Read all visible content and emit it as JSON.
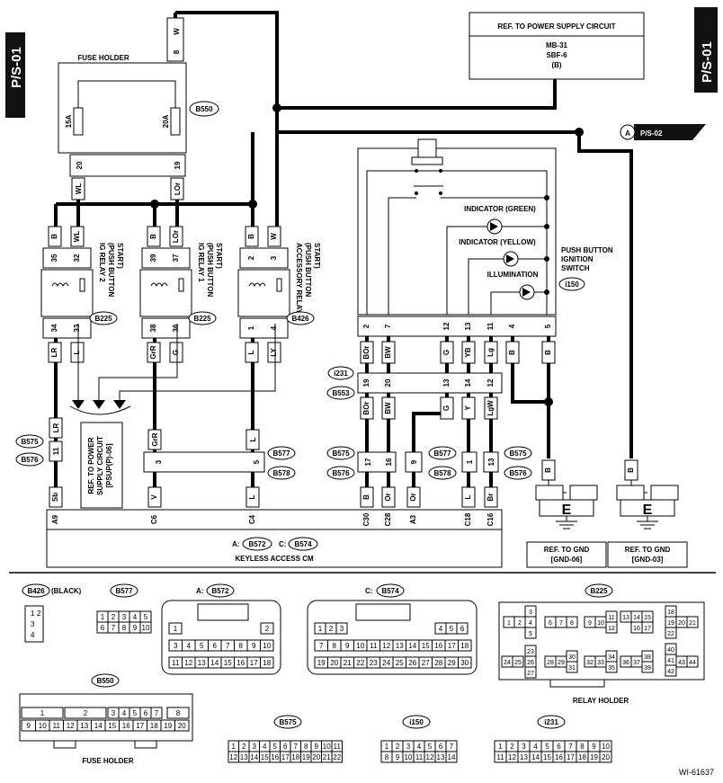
{
  "page": {
    "tag_left": "P/S-01",
    "tag_right": "P/S-01",
    "figure_id": "WI-61637"
  },
  "power_ref": {
    "title": "REF. TO POWER SUPPLY CIRCUIT",
    "lines": [
      "MB-31",
      "SBF-6",
      "(B)"
    ]
  },
  "offpage_ref": {
    "letter": "A",
    "label": "P/S-02"
  },
  "fuse_holder": {
    "title": "FUSE HOLDER",
    "connector": "B550",
    "fuses": [
      "15A",
      "20A"
    ],
    "pins": [
      "20",
      "19"
    ],
    "top_pin": "8",
    "top_wire": "W"
  },
  "relays": [
    {
      "name": "IG RELAY 2",
      "lines": [
        "IG RELAY 2",
        "(PUSH BUTTON",
        "START)"
      ],
      "connector": "B225",
      "top_pins": [
        "35",
        "32"
      ],
      "top_wires": [
        "B",
        "WL"
      ],
      "bot_pins": [
        "34",
        "33"
      ],
      "bot_wires": [
        "LR",
        "L"
      ]
    },
    {
      "name": "IG RELAY 1",
      "lines": [
        "IG RELAY 1",
        "(PUSH BUTTON",
        "START)"
      ],
      "connector": "B225",
      "top_pins": [
        "39",
        "37"
      ],
      "top_wires": [
        "B",
        "LOr"
      ],
      "bot_pins": [
        "38",
        "36"
      ],
      "bot_wires": [
        "GrR",
        "G"
      ]
    },
    {
      "name": "ACCESSORY RELAY",
      "lines": [
        "ACCESSORY RELAY",
        "(PUSH BUTTON",
        "START)"
      ],
      "connector": "B426",
      "top_pins": [
        "2",
        "3"
      ],
      "top_wires": [
        "B",
        "W"
      ],
      "bot_pins": [
        "1",
        "4"
      ],
      "bot_wires": [
        "L",
        "LY"
      ]
    }
  ],
  "fuse_wires": [
    "WL",
    "LOr"
  ],
  "switch": {
    "title": [
      "PUSH BUTTON",
      "IGNITION",
      "SWITCH"
    ],
    "connector": "i150",
    "indicators": [
      "INDICATOR (GREEN)",
      "INDICATOR (YELLOW)",
      "ILLUMINATION"
    ],
    "pins": [
      "2",
      "7",
      "12",
      "13",
      "11",
      "4",
      "5"
    ],
    "wires": [
      "BOr",
      "BW",
      "G",
      "YB",
      "Lg",
      "B",
      "B"
    ]
  },
  "junction": {
    "upper": "i231",
    "lower": "B553",
    "pins": [
      "19",
      "20",
      "13",
      "14",
      "12"
    ],
    "wires_below": [
      "BOr",
      "BW",
      "G",
      "Y",
      "LgW"
    ]
  },
  "connectors_mid": {
    "b575": "B575",
    "b576": "B576",
    "b577": "B577",
    "b578": "B578",
    "left_pin": "11",
    "left_wire_top": "LR",
    "pins_577": [
      "3",
      "5"
    ],
    "wires_577": [
      "GrR",
      "L"
    ],
    "pins_575b": [
      "17",
      "16"
    ],
    "pins_577b": [
      "9"
    ],
    "pins_575c": [
      "1"
    ],
    "pins_575d": [
      "13"
    ]
  },
  "ref_left": [
    "REF. TO POWER",
    "SUPPLY CIRCUIT",
    "[PSUP(P)-06]"
  ],
  "cm": {
    "title": "KEYLESS ACCESS CM",
    "ref_a": "A:",
    "conn_a": "B572",
    "ref_c": "C:",
    "conn_c": "B574",
    "pins": [
      "A9",
      "C6",
      "C4",
      "C30",
      "C28",
      "A3",
      "C18",
      "C16"
    ],
    "wires": [
      "Sb",
      "V",
      "L",
      "B",
      "Or",
      "Or",
      "L",
      "Br"
    ]
  },
  "grounds": [
    {
      "wire": "B",
      "symbol": "E",
      "lines": [
        "REF. TO GND",
        "[GND-06]"
      ]
    },
    {
      "wire": "B",
      "symbol": "E",
      "lines": [
        "REF. TO GND",
        "[GND-03]"
      ]
    }
  ],
  "legend": {
    "b426_label": "B426",
    "b426_suffix": "(BLACK)",
    "b426_pins": [
      "1",
      "2",
      "3",
      "4"
    ],
    "b577": "B577",
    "b577_rows": [
      [
        "1",
        "2",
        "3",
        "4",
        "5"
      ],
      [
        "6",
        "7",
        "8",
        "9",
        "10"
      ]
    ],
    "a_prefix": "A:",
    "b572": "B572",
    "b572_rows": [
      [
        "1",
        "2"
      ],
      [
        "3",
        "4",
        "5",
        "6",
        "7",
        "8",
        "9",
        "10"
      ],
      [
        "11",
        "12",
        "13",
        "14",
        "15",
        "16",
        "17",
        "18"
      ]
    ],
    "c_prefix": "C:",
    "b574": "B574",
    "b574_rows": [
      [
        "1",
        "2",
        "3",
        "4",
        "5",
        "6"
      ],
      [
        "7",
        "8",
        "9",
        "10",
        "11",
        "12",
        "13",
        "14",
        "15",
        "16",
        "17",
        "18"
      ],
      [
        "19",
        "20",
        "21",
        "22",
        "23",
        "24",
        "25",
        "26",
        "27",
        "28",
        "29",
        "30"
      ]
    ],
    "b225": "B225",
    "relay_holder": "RELAY HOLDER",
    "b225_pins": [
      "1",
      "2",
      "3",
      "4",
      "5",
      "6",
      "7",
      "8",
      "9",
      "10",
      "11",
      "12",
      "13",
      "14",
      "15",
      "16",
      "17",
      "18",
      "19",
      "20",
      "21",
      "22",
      "23",
      "24",
      "25",
      "26",
      "27",
      "28",
      "29",
      "30",
      "31",
      "32",
      "33",
      "34",
      "35",
      "36",
      "37",
      "38",
      "39",
      "40",
      "41",
      "42",
      "43",
      "44"
    ],
    "b550": "B550",
    "fuse_holder": "FUSE HOLDER",
    "b550_top": [
      "1",
      "2",
      "3",
      "4",
      "5",
      "6",
      "7",
      "8"
    ],
    "b550_bot": [
      "9",
      "10",
      "11",
      "12",
      "13",
      "14",
      "15",
      "16",
      "17",
      "18",
      "19",
      "20"
    ],
    "b575": "B575",
    "b575_rows": [
      [
        "1",
        "2",
        "3",
        "4",
        "5",
        "6",
        "7",
        "8",
        "9",
        "10",
        "11"
      ],
      [
        "12",
        "13",
        "14",
        "15",
        "16",
        "17",
        "18",
        "19",
        "20",
        "21",
        "22"
      ]
    ],
    "i150": "i150",
    "i150_rows": [
      [
        "1",
        "2",
        "3",
        "4",
        "5",
        "6",
        "7"
      ],
      [
        "8",
        "9",
        "10",
        "11",
        "12",
        "13",
        "14"
      ]
    ],
    "i231": "i231",
    "i231_rows": [
      [
        "1",
        "2",
        "3",
        "4",
        "5",
        "6",
        "7",
        "8",
        "9",
        "10"
      ],
      [
        "11",
        "12",
        "13",
        "14",
        "15",
        "16",
        "17",
        "18",
        "19",
        "20"
      ]
    ]
  }
}
